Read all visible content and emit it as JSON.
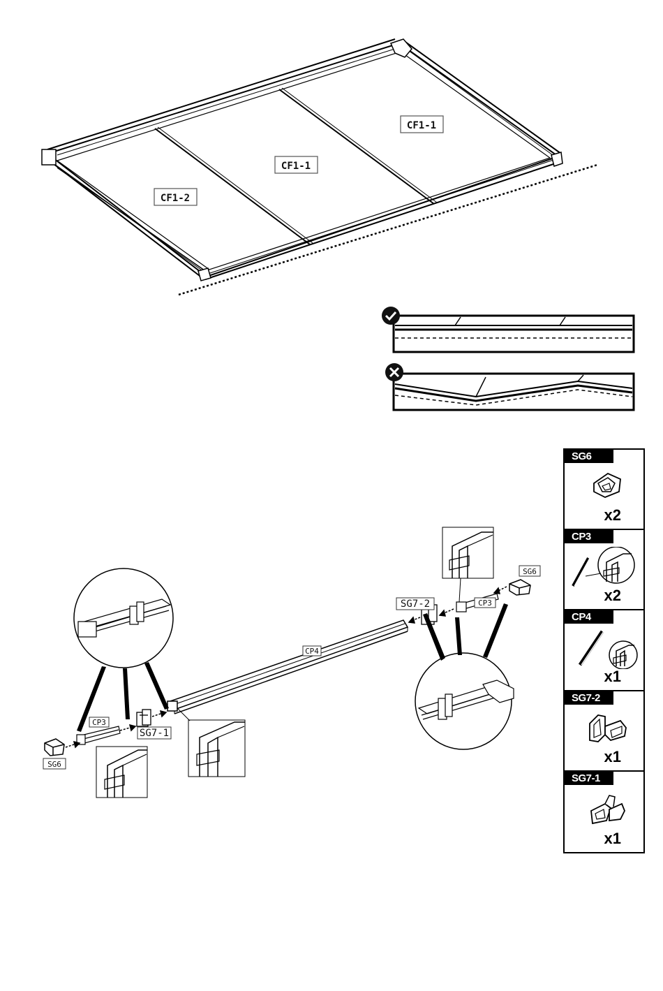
{
  "roof_diagram": {
    "panel_labels": [
      "CF1-2",
      "CF1-1",
      "CF1-1"
    ]
  },
  "alignment_check": {
    "correct_icon": "check-icon",
    "incorrect_icon": "cross-icon"
  },
  "assembly": {
    "labels": {
      "sg6_left": "SG6",
      "cp3_left": "CP3",
      "sg7_1": "SG7-1",
      "cp4": "CP4",
      "sg7_2": "SG7-2",
      "cp3_right": "CP3",
      "sg6_right": "SG6"
    }
  },
  "parts_list": [
    {
      "code": "SG6",
      "qty": "x2",
      "icon": "corner-cap-icon"
    },
    {
      "code": "CP3",
      "qty": "x2",
      "icon": "short-profile-icon"
    },
    {
      "code": "CP4",
      "qty": "x1",
      "icon": "long-profile-icon"
    },
    {
      "code": "SG7-2",
      "qty": "x1",
      "icon": "connector-icon"
    },
    {
      "code": "SG7-1",
      "qty": "x1",
      "icon": "connector-icon"
    }
  ]
}
